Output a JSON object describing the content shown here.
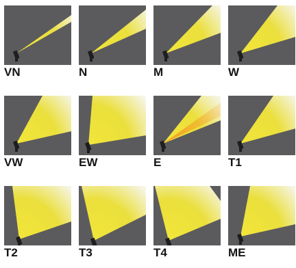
{
  "colors": {
    "background": "#5b5b5d",
    "beam_core": "#f2e63a",
    "beam_fade": "#ffffff",
    "beam_orange": "#f59a23",
    "fixture": "#1e1e1e",
    "label": "#141414"
  },
  "beams": [
    {
      "label": "VN",
      "spread": "very-narrow",
      "icon": "spotlight-beam-icon"
    },
    {
      "label": "N",
      "spread": "narrow",
      "icon": "spotlight-beam-icon"
    },
    {
      "label": "M",
      "spread": "medium",
      "icon": "spotlight-beam-icon"
    },
    {
      "label": "W",
      "spread": "wide",
      "icon": "spotlight-beam-icon"
    },
    {
      "label": "VW",
      "spread": "very-wide",
      "icon": "spotlight-beam-icon"
    },
    {
      "label": "EW",
      "spread": "extra-wide",
      "icon": "spotlight-beam-icon"
    },
    {
      "label": "E",
      "spread": "elliptical",
      "icon": "spotlight-beam-icon"
    },
    {
      "label": "T1",
      "spread": "asymmetric",
      "icon": "spotlight-beam-icon"
    },
    {
      "label": "T2",
      "spread": "asymmetric",
      "icon": "spotlight-beam-icon"
    },
    {
      "label": "T3",
      "spread": "asymmetric",
      "icon": "spotlight-beam-icon"
    },
    {
      "label": "T4",
      "spread": "asymmetric",
      "icon": "spotlight-beam-icon"
    },
    {
      "label": "ME",
      "spread": "asymmetric",
      "icon": "spotlight-beam-icon"
    }
  ]
}
